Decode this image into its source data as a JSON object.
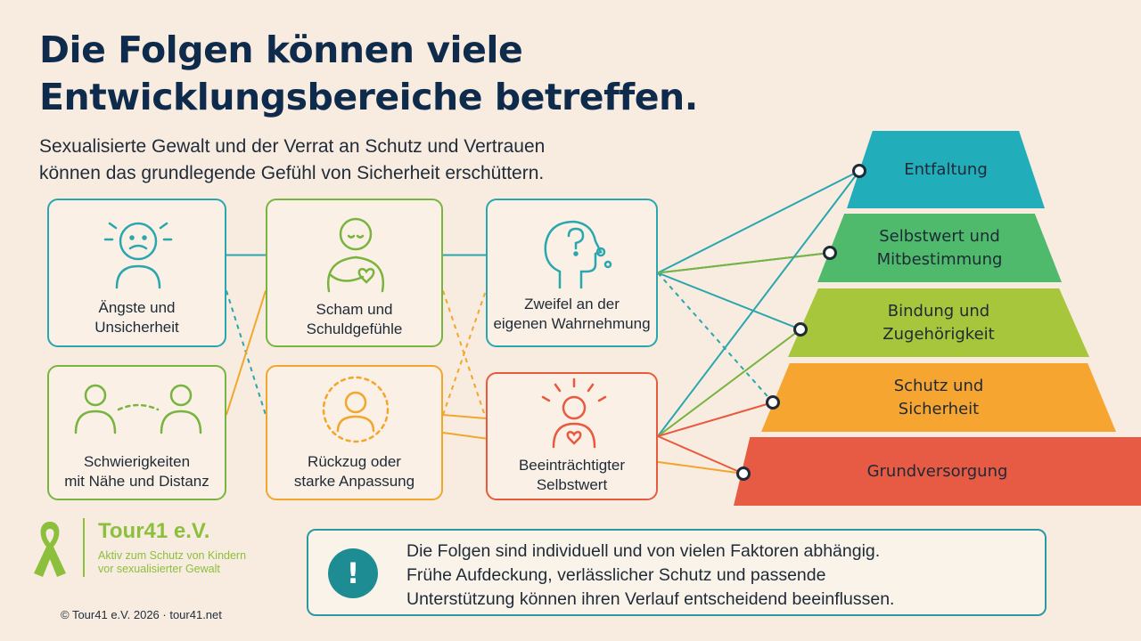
{
  "title": {
    "line1": "Die Folgen können viele",
    "line2": "Entwicklungsbereiche betreffen."
  },
  "subtitle": {
    "line1": "Sexualisierte Gewalt und der Verrat an Schutz und Vertrauen",
    "line2": "können das grundlegende Gefühl von Sicherheit erschüttern."
  },
  "cards": [
    {
      "line1": "Ängste und",
      "line2": "Unsicherheit",
      "icon": "anxious-person-icon",
      "color": "#2aa6ae"
    },
    {
      "line1": "Scham und",
      "line2": "Schuldgefühle",
      "icon": "shame-person-heart-icon",
      "color": "#79b43f"
    },
    {
      "line1": "Zweifel an der",
      "line2": "eigenen Wahrnehmung",
      "icon": "head-question-icon",
      "color": "#2aa6ae"
    },
    {
      "line1": "Schwierigkeiten",
      "line2": "mit Nähe und Distanz",
      "icon": "two-people-distance-icon",
      "color": "#79b43f"
    },
    {
      "line1": "Rückzug oder",
      "line2": "starke Anpassung",
      "icon": "withdrawn-person-icon",
      "color": "#f2a62b"
    },
    {
      "line1": "Beeinträchtigter",
      "line2": "Selbstwert",
      "icon": "person-heart-icon",
      "color": "#e85a3e"
    }
  ],
  "pyramid": [
    {
      "line1": "Entfaltung",
      "line2": "",
      "color": "#22adbb"
    },
    {
      "line1": "Selbstwert und",
      "line2": "Mitbestimmung",
      "color": "#4fba6b"
    },
    {
      "line1": "Bindung und",
      "line2": "Zugehörigkeit",
      "color": "#a7c63c"
    },
    {
      "line1": "Schutz und",
      "line2": "Sicherheit",
      "color": "#f7a531"
    },
    {
      "line1": "Grundversorgung",
      "line2": "",
      "color": "#e75a43"
    }
  ],
  "logo": {
    "name": "Tour41 e.V.",
    "tagline1": "Aktiv zum Schutz von Kindern",
    "tagline2": "vor sexualisierter Gewalt",
    "color": "#8bbf3c"
  },
  "footer": {
    "copyright": "© Tour41 e.V. 2026 · tour41.net"
  },
  "note": {
    "icon": "!",
    "line1": "Die Folgen sind individuell und von vielen Faktoren abhängig.",
    "line2": "Frühe Aufdeckung, verlässlicher Schutz und passende",
    "line3": "Unterstützung können ihren Verlauf entscheidend beeinflussen."
  },
  "connections": [
    {
      "from": 0,
      "to": 1,
      "color": "#2aa6ae"
    },
    {
      "from": 1,
      "to": 2,
      "color": "#2aa6ae"
    },
    {
      "from": 0,
      "to": 4,
      "color": "#2aa6ae",
      "dashed": true
    },
    {
      "from": 3,
      "to": 1,
      "color": "#f2a62b"
    },
    {
      "from": 1,
      "to": 5,
      "color": "#f2a62b",
      "dashed": true
    },
    {
      "from": 4,
      "to": 2,
      "color": "#f2a62b",
      "dashed": true
    },
    {
      "from": 4,
      "to": 5,
      "color": "#f2a62b"
    },
    {
      "from": 2,
      "to": "t0",
      "color": "#2aa6ae"
    },
    {
      "from": 2,
      "to": "t1",
      "color": "#2aa6ae"
    },
    {
      "from": 2,
      "to": "t2",
      "color": "#2aa6ae"
    },
    {
      "from": 2,
      "to": "t3",
      "color": "#2aa6ae",
      "dashed": true
    },
    {
      "from": 2,
      "to": "t1",
      "color": "#79b43f"
    },
    {
      "from": 5,
      "to": "t0",
      "color": "#2aa6ae"
    },
    {
      "from": 5,
      "to": "t2",
      "color": "#79b43f"
    },
    {
      "from": 5,
      "to": "t3",
      "color": "#e85a3e"
    },
    {
      "from": 5,
      "to": "t4",
      "color": "#e85a3e"
    },
    {
      "from": 4,
      "to": "t4",
      "color": "#f2a62b"
    }
  ]
}
